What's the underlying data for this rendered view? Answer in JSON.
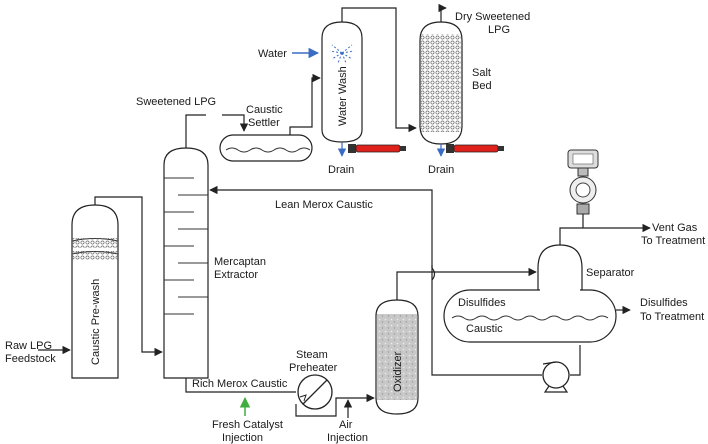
{
  "labels": {
    "raw_lpg": [
      "Raw LPG",
      "Feedstock"
    ],
    "caustic_prewash": "Caustic Pre-wash",
    "sweetened_lpg": "Sweetened LPG",
    "caustic_settler": [
      "Caustic",
      "Settler"
    ],
    "water": "Water",
    "water_wash": "Water Wash",
    "drain_1": "Drain",
    "drain_2": "Drain",
    "dry_sweetened_lpg": [
      "Dry Sweetened",
      "LPG"
    ],
    "salt_bed": [
      "Salt",
      "Bed"
    ],
    "lean_merox_caustic": "Lean Merox Caustic",
    "mercaptan_extractor": [
      "Mercaptan",
      "Extractor"
    ],
    "vent_gas": [
      "Vent Gas",
      "To Treatment"
    ],
    "separator": "Separator",
    "disulfides": "Disulfides",
    "caustic": "Caustic",
    "disulfides_out": [
      "Disulfides",
      "To Treatment"
    ],
    "oxidizer": "Oxidizer",
    "steam_preheater": [
      "Steam",
      "Preheater"
    ],
    "rich_merox_caustic": "Rich Merox Caustic",
    "fresh_catalyst": [
      "Fresh Catalyst",
      "Injection"
    ],
    "air_injection": [
      "Air",
      "Injection"
    ]
  },
  "colors": {
    "water_arrow": "#3b6cc4",
    "catalyst_arrow": "#3fae3f",
    "analyzer_red": "#e0201b",
    "salt_bed_fill": "#d9d9d9",
    "oxidizer_fill": "#c8c8c8"
  },
  "icons": [
    "pump-icon",
    "heat-exchanger-icon",
    "analyzer-probe-icon",
    "transmitter-icon"
  ]
}
